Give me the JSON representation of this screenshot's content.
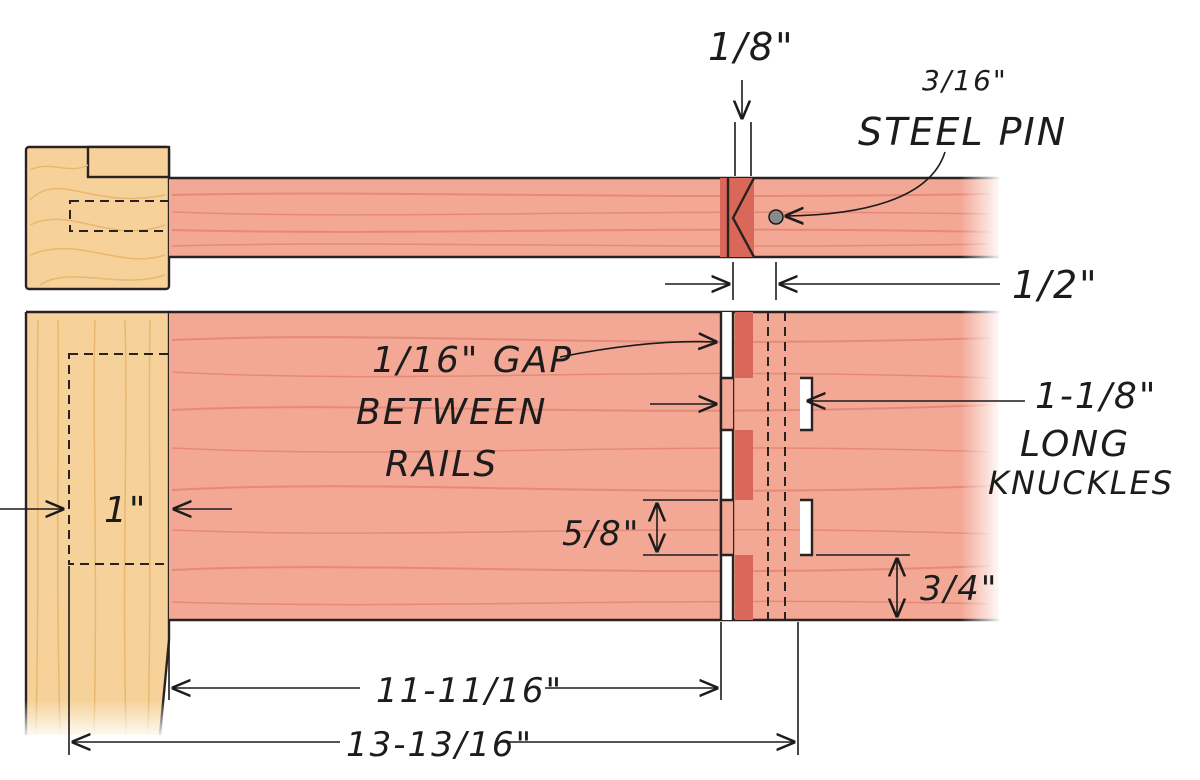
{
  "diagram": {
    "colors": {
      "rail": "#f3a795",
      "rail_light": "#f8c3b4",
      "rail_grain": "#e58a78",
      "end_grain": "#d9675a",
      "post": "#f6d29a",
      "post_grain": "#e8b86e",
      "ink": "#1c1c1c",
      "pin": "#8a8a8a"
    },
    "labels": {
      "pin_gap": "1/8\"",
      "pin_size": "3/16\"",
      "pin_name": "STEEL PIN",
      "knuckle_offset": "1/2\"",
      "gap_line1": "1/16\" GAP",
      "gap_line2": "BETWEEN",
      "gap_line3": "RAILS",
      "knuckle_length": "1-1/8\"",
      "knuckle_line2": "LONG",
      "knuckle_line3": "KNUCKLES",
      "tenon": "1\"",
      "knuckle_width": "5/8\"",
      "knuckle_spacing": "3/4\"",
      "rail_length": "11-11/16\"",
      "overall_length": "13-13/16\""
    }
  }
}
